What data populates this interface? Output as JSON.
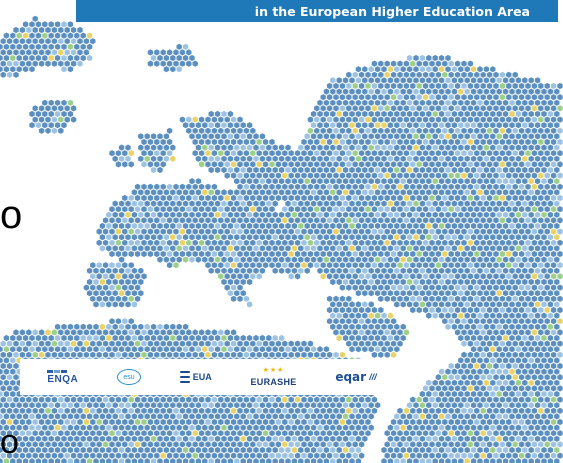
{
  "banner": {
    "title": "in the European Higher Education Area"
  },
  "logos": {
    "enqa": "ENQA",
    "esu": "esu",
    "eua": "EUA",
    "eurashe": "EURASHE",
    "eurashe_stars": "★★★",
    "eqar": "eqar",
    "eqar_mark": "///"
  },
  "edge_text": {
    "upper": "o",
    "lower": "o"
  },
  "colors": {
    "banner": "#1f78b8",
    "hex_primary": "#5b8fbf",
    "hex_light": "#9cc3e3",
    "hex_green": "#9ccf8a",
    "hex_yellow": "#e8d36a"
  }
}
